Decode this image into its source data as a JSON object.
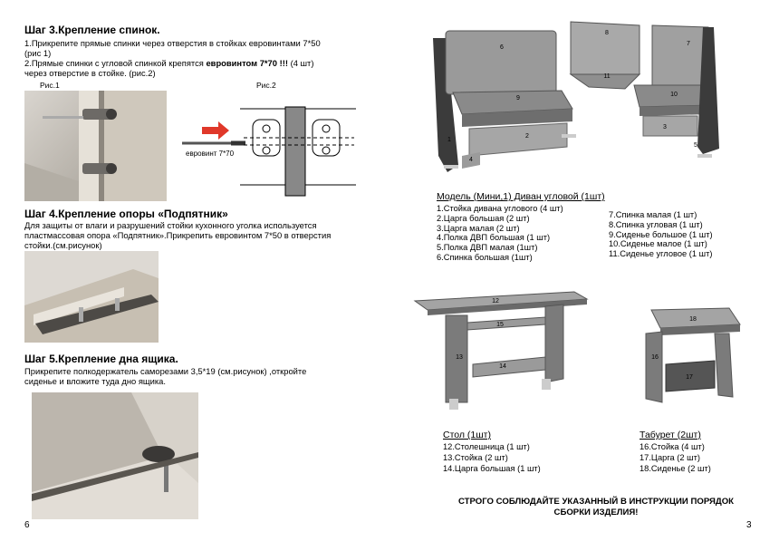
{
  "left_page": {
    "step3": {
      "title": "Шаг 3.Крепление спинок.",
      "line1": "1.Прикрепите прямые спинки через отверстия в стойках евровинтами 7*50",
      "line2": "(рис 1)",
      "line3_pre": "2.Прямые спинки с угловой спинкой крепятся ",
      "line3_bold": "евровинтом 7*70 !!!",
      "line3_post": " (4 шт)",
      "line4": "через отверстие в стойке. (рис.2)",
      "fig1_caption": "Рис.1",
      "fig2_caption": "Рис.2",
      "screw_label": "евровинт 7*70"
    },
    "step4": {
      "title": "Шаг 4.Крепление опоры «Подпятник»",
      "line1": "Для защиты от влаги и разрушений стойки кухонного уголка используется",
      "line2": "пластмассовая опора «Подпятник».Прикрепить евровинтом 7*50 в отверстия",
      "line3": "стойки.(см.рисунок)"
    },
    "step5": {
      "title": "Шаг 5.Крепление дна ящика.",
      "line1": "Прикрепите полкодержатель саморезами 3,5*19 (см.рисунок) ,откройте",
      "line2": "сиденье и вложите туда дно ящика."
    },
    "page_number": "6"
  },
  "right_page": {
    "sofa": {
      "title": "Модель (Мини,1) Диван угловой (1шт)",
      "parts_left": [
        "1.Стойка дивана углового (4 шт)",
        "2.Царга большая (2 шт)",
        "3.Царга малая (2 шт)",
        "4.Полка ДВП большая (1 шт)",
        "5.Полка ДВП малая (1шт)",
        "6.Спинка большая (1шт)"
      ],
      "parts_right": [
        "7.Спинка малая (1 шт)",
        "8.Спинка угловая (1 шт)",
        "9.Сиденье большое (1 шт)",
        "10.Сиденье малое (1 шт)",
        "11.Сиденье угловое (1 шт)"
      ],
      "markers": [
        "1",
        "2",
        "3",
        "4",
        "5",
        "6",
        "7",
        "8",
        "9",
        "10",
        "11"
      ]
    },
    "table": {
      "title": "Стол (1шт)",
      "parts": [
        "12.Столешница (1 шт)",
        "13.Стойка (2 шт)",
        "14.Царга большая (1 шт)"
      ],
      "markers": [
        "12",
        "13",
        "14",
        "15"
      ]
    },
    "stool": {
      "title": "Табурет (2шт)",
      "parts": [
        "16.Стойка (4 шт)",
        "17.Царга (2 шт)",
        "18.Сиденье (2 шт)"
      ],
      "markers": [
        "16",
        "17",
        "18"
      ]
    },
    "warning_line1": "СТРОГО СОБЛЮДАЙТЕ УКАЗАННЫЙ В ИНСТРУКЦИИ ПОРЯДОК",
    "warning_line2": "СБОРКИ ИЗДЕЛИЯ!",
    "page_number": "3"
  }
}
